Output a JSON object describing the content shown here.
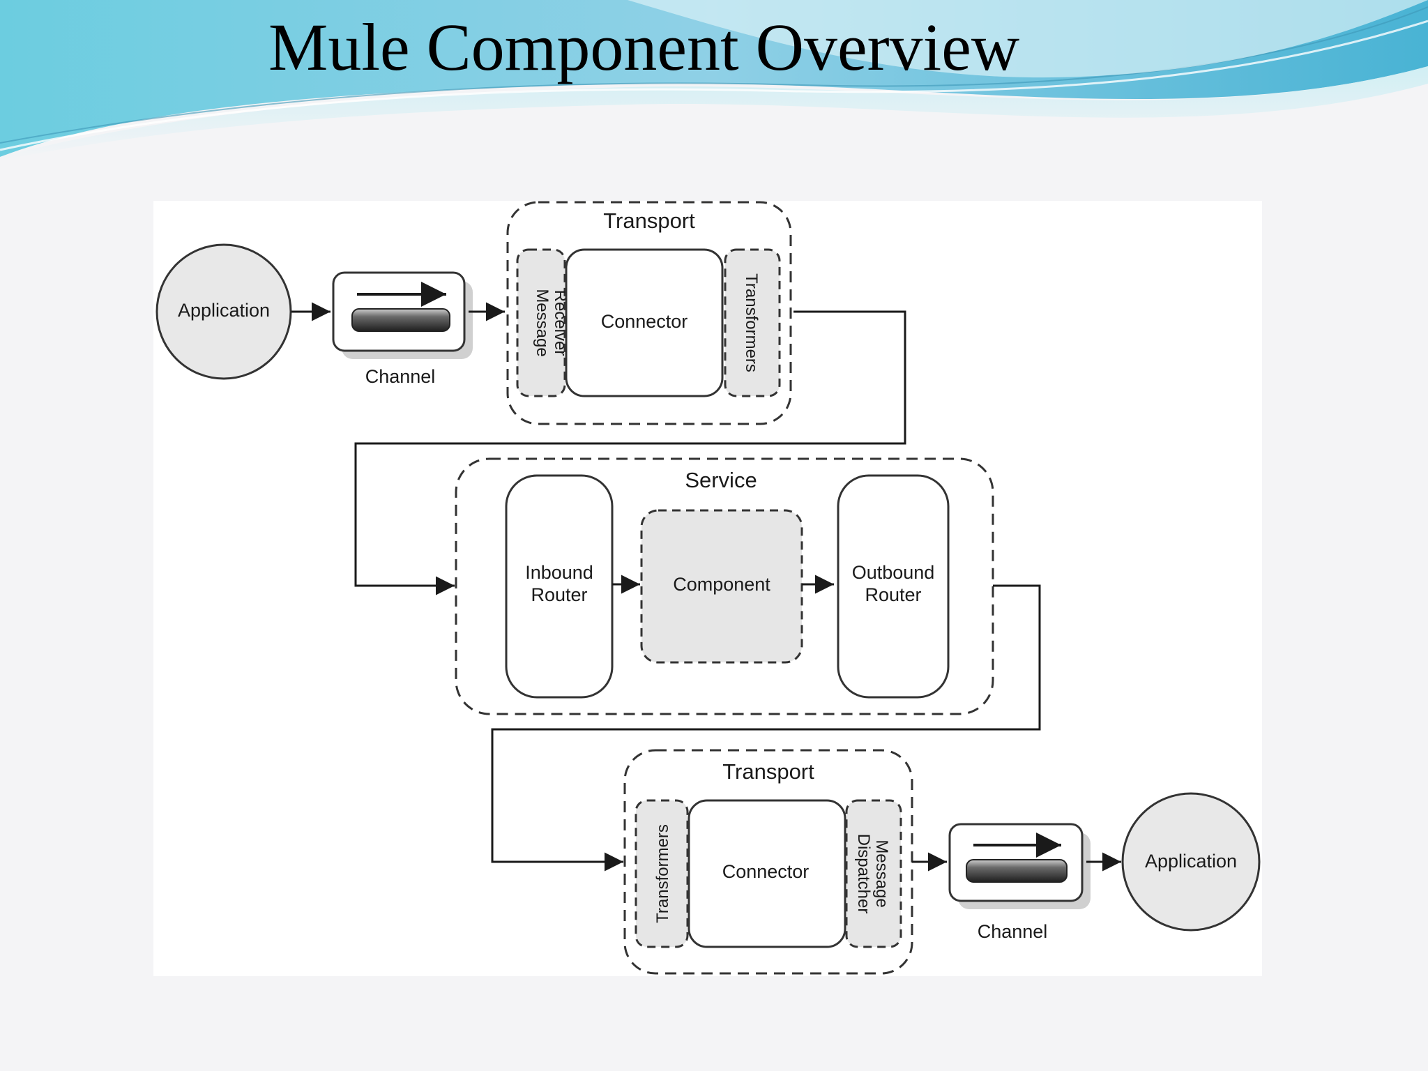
{
  "slide": {
    "title": "Mule Component Overview"
  },
  "diagram": {
    "top_application": "Application",
    "top_channel": "Channel",
    "top_transport": {
      "title": "Transport",
      "message_receiver": [
        "Message",
        "Receiver"
      ],
      "connector": "Connector",
      "transformers": "Transformers"
    },
    "service": {
      "title": "Service",
      "inbound_router": [
        "Inbound",
        "Router"
      ],
      "component": "Component",
      "outbound_router": [
        "Outbound",
        "Router"
      ]
    },
    "bottom_transport": {
      "title": "Transport",
      "transformers": "Transformers",
      "connector": "Connector",
      "message_dispatcher": [
        "Message",
        "Dispatcher"
      ]
    },
    "bottom_channel": "Channel",
    "bottom_application": "Application"
  },
  "colors": {
    "wave_dark": "#5bbcd8",
    "wave_light": "#bfe6ee",
    "gray_fill": "#e6e6e6",
    "circle_fill": "#e8e8e8"
  }
}
